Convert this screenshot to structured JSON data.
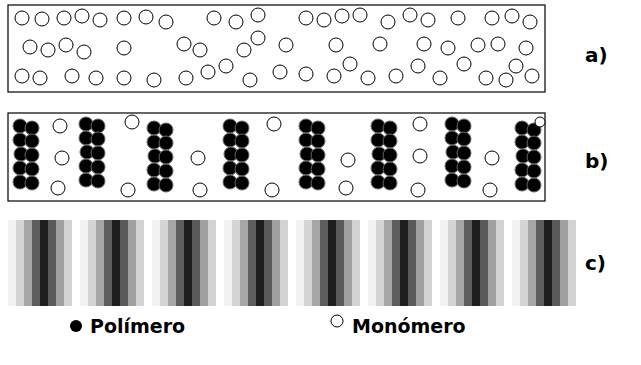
{
  "diagram": {
    "labels": [
      "a)",
      "b)",
      "c)"
    ],
    "legend": [
      {
        "text": "Polímero"
      },
      {
        "text": "Monómero"
      }
    ]
  }
}
